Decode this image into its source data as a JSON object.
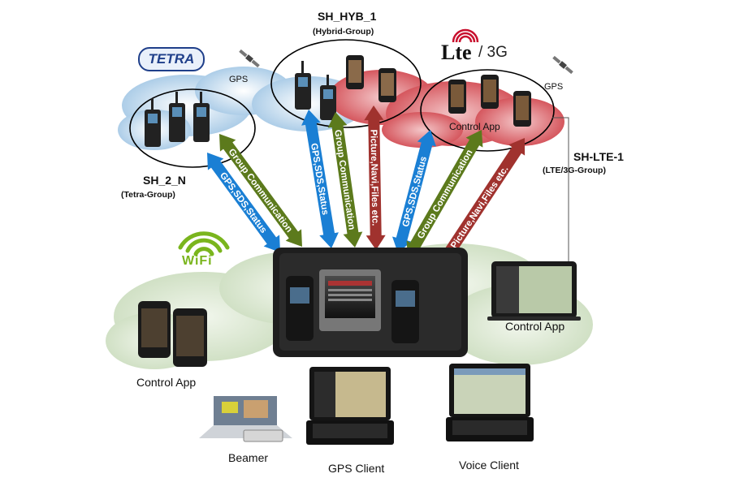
{
  "groups": {
    "tetra": {
      "name": "SH_2_N",
      "subtitle": "(Tetra-Group)"
    },
    "hybrid": {
      "name": "SH_HYB_1",
      "subtitle": "(Hybrid-Group)"
    },
    "lte": {
      "name": "SH-LTE-1",
      "subtitle": "(LTE/3G-Group)"
    }
  },
  "logos": {
    "tetra": "TETRA",
    "lte": "Lte",
    "lte_suffix": "/ 3G",
    "wifi": "WiFi"
  },
  "gps_labels": [
    "GPS",
    "GPS"
  ],
  "arrows": {
    "gps_sds_status": "GPS,SDS,Status",
    "group_communication": "Group Communication",
    "picture_navi_files": "Picture,Navi,Files etc."
  },
  "devices": {
    "lte_group_app": "Control App",
    "left_phones": "Control App",
    "laptop_right": "Control App",
    "beamer": "Beamer",
    "gps_client": "GPS Client",
    "voice_client": "Voice Client"
  },
  "colors": {
    "blue_arrow": "#1a7fd4",
    "green_arrow": "#5c7a1c",
    "red_arrow": "#a0322e",
    "cloud_blue": "#b9d5ea",
    "cloud_red": "#d9646a",
    "cloud_green": "#d6e3cc",
    "wifi_green": "#7ab51d"
  }
}
